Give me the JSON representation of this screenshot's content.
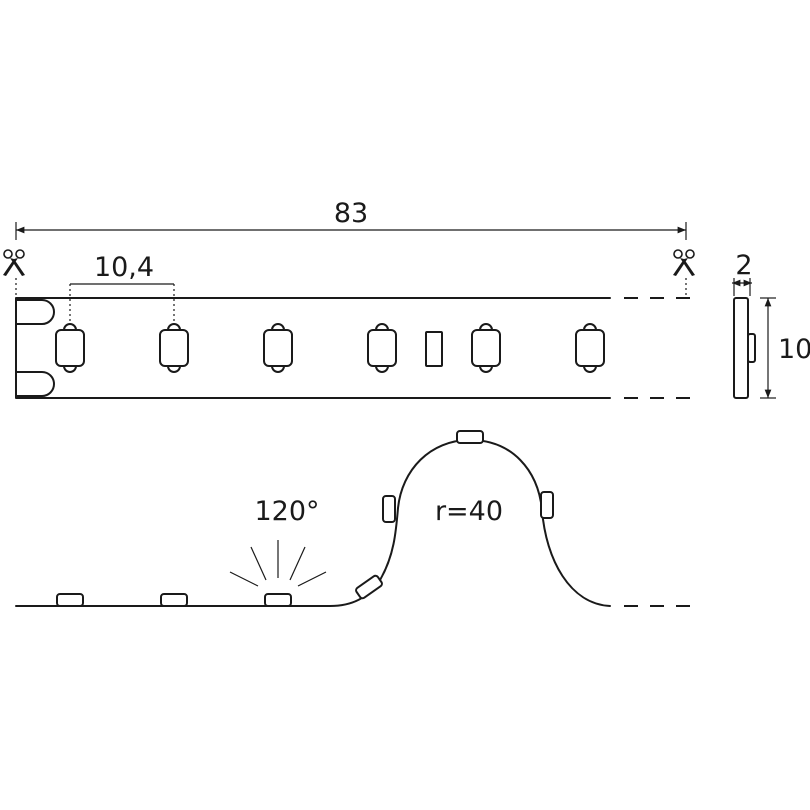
{
  "dimensions": {
    "cut_length": "83",
    "led_pitch": "10,4",
    "thickness": "2",
    "width": "10"
  },
  "bending": {
    "beam_angle": "120°",
    "radius": "r=40"
  },
  "icons": {
    "cut_mark": "scissors-icon"
  },
  "colors": {
    "line": "#1a1a1a",
    "background": "#ffffff"
  }
}
